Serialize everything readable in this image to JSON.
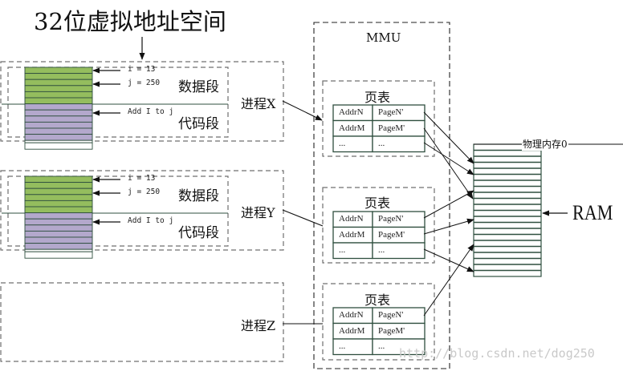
{
  "title": "32位虚拟地址空间",
  "processes": [
    {
      "id": "X",
      "label": "进程X",
      "has_segments": true,
      "data_segment_label": "数据段",
      "code_segment_label": "代码段",
      "annotations": [
        "i = 13",
        "j = 250",
        "Add I to j"
      ]
    },
    {
      "id": "Y",
      "label": "进程Y",
      "has_segments": true,
      "data_segment_label": "数据段",
      "code_segment_label": "代码段",
      "annotations": [
        "i = 13",
        "j = 250",
        "Add I to j"
      ]
    },
    {
      "id": "Z",
      "label": "进程Z",
      "has_segments": false
    }
  ],
  "mmu": {
    "label": "MMU",
    "page_tables": [
      {
        "title": "页表",
        "rows": [
          [
            "AddrN",
            "PageN'"
          ],
          [
            "AddrM",
            "PageM'"
          ],
          [
            "...",
            "..."
          ]
        ]
      },
      {
        "title": "页表",
        "rows": [
          [
            "AddrN",
            "PageN'"
          ],
          [
            "AddrM",
            "PageM'"
          ],
          [
            "...",
            "..."
          ]
        ]
      },
      {
        "title": "页表",
        "rows": [
          [
            "AddrN",
            "PageN'"
          ],
          [
            "AddrM",
            "PageM'"
          ],
          [
            "...",
            "..."
          ]
        ]
      }
    ]
  },
  "ram": {
    "label": "RAM",
    "phys_label": "物理内存0"
  },
  "colors": {
    "data_segment": "#94bd5e",
    "code_segment": "#b3a8cc",
    "line_dark": "#2f4f3f",
    "dash_gray": "#6f6f6f",
    "ram_fill": "#ffffff"
  },
  "watermark": "http://blog.csdn.net/dog250"
}
